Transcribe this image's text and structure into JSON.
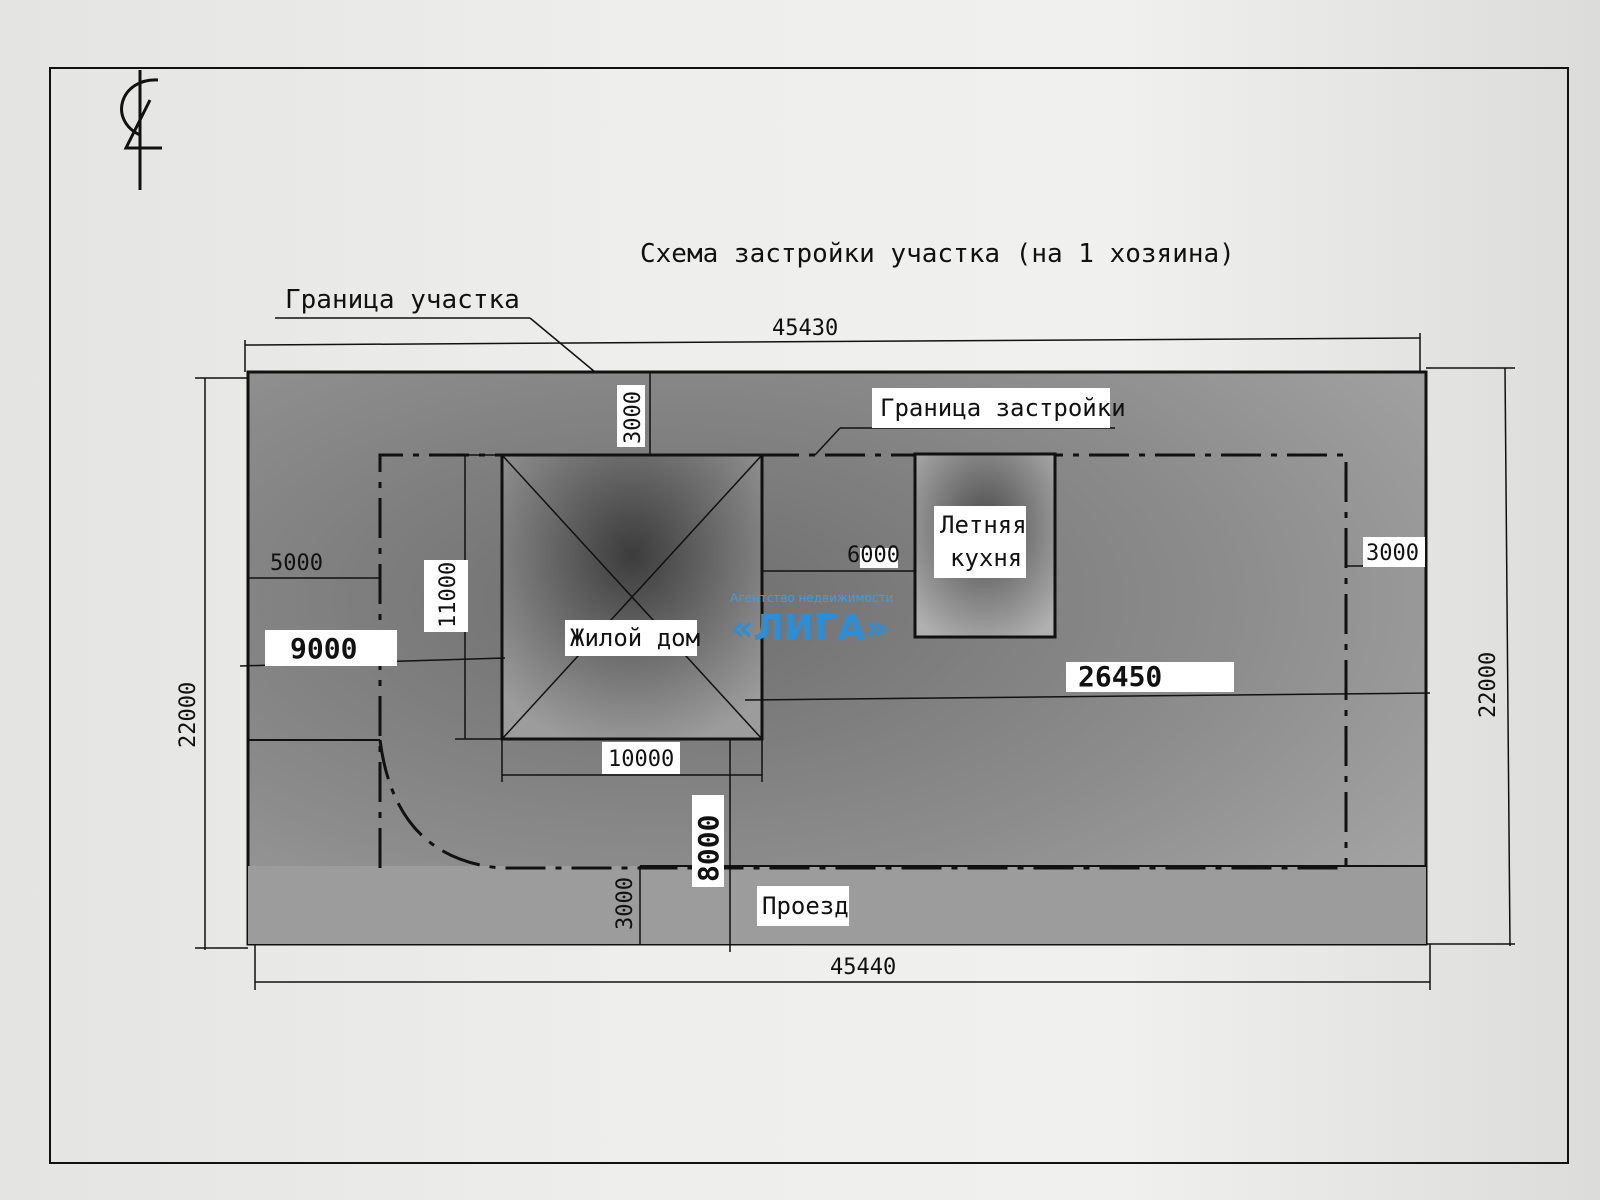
{
  "title": "Схема застройки участка (на 1 хозяина)",
  "labels": {
    "plot_boundary": "Граница участка",
    "building_boundary": "Граница застройки",
    "house": "Жилой дом",
    "kitchen_line1": "Летняя",
    "kitchen_line2": "кухня",
    "driveway": "Проезд"
  },
  "dimensions": {
    "top_width": "45430",
    "bottom_width": "45440",
    "left_height": "22000",
    "right_height": "22000",
    "top_setback": "3000",
    "left_setback": "5000",
    "right_setback": "3000",
    "house_to_boundary": "9000",
    "house_height": "11000",
    "house_width": "10000",
    "house_to_kitchen": "6000",
    "house_to_right": "26450",
    "house_to_road": "8000",
    "road_width": "3000"
  },
  "watermark": {
    "small": "Агентство недвижимости",
    "big": "«ЛИГА»"
  },
  "colors": {
    "plot_fill": "#8a8a8a",
    "driveway_fill": "#9a9a9a",
    "line": "#111111",
    "watermark": "#2a8fd8"
  }
}
